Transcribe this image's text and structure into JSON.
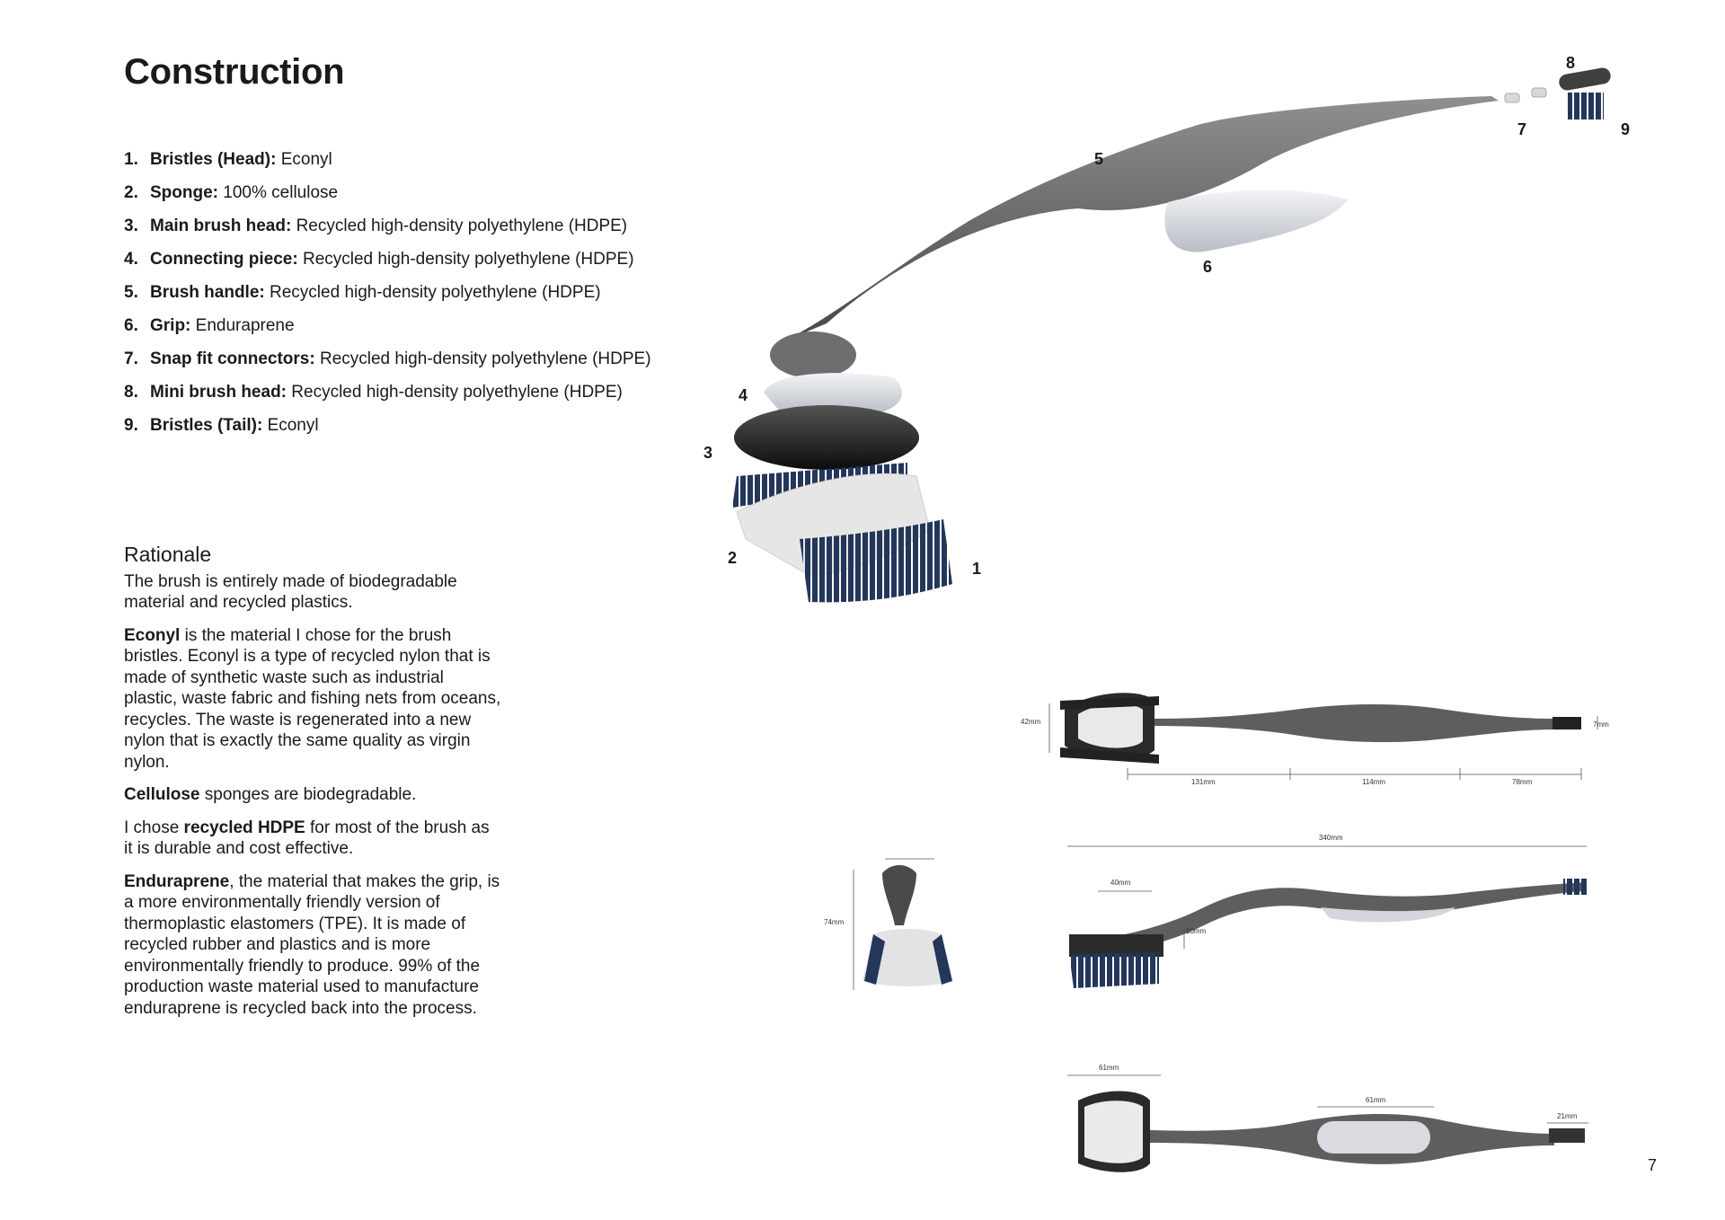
{
  "heading": "Construction",
  "parts": [
    {
      "num": "1.",
      "name": "Bristles (Head):",
      "material": "Econyl"
    },
    {
      "num": "2.",
      "name": "Sponge:",
      "material": "100% cellulose"
    },
    {
      "num": "3.",
      "name": "Main brush head:",
      "material": "Recycled high-density polyethylene (HDPE)"
    },
    {
      "num": "4.",
      "name": "Connecting piece:",
      "material": "Recycled high-density polyethylene (HDPE)"
    },
    {
      "num": "5.",
      "name": "Brush handle:",
      "material": "Recycled high-density polyethylene (HDPE)"
    },
    {
      "num": "6.",
      "name": "Grip:",
      "material": "Enduraprene"
    },
    {
      "num": "7.",
      "name": "Snap fit connectors:",
      "material": "Recycled high-density polyethylene (HDPE)"
    },
    {
      "num": "8.",
      "name": "Mini brush head:",
      "material": "Recycled high-density polyethylene (HDPE)"
    },
    {
      "num": "9.",
      "name": "Bristles (Tail):",
      "material": "Econyl"
    }
  ],
  "rationale": {
    "heading": "Rationale",
    "p1": "The brush is entirely made of biodegradable material and recycled plastics.",
    "p2_bold": "Econyl",
    "p2": " is the material I chose for the brush bristles. Econyl is a type of recycled nylon that is made of synthetic waste such as industrial plastic, waste fabric and fishing nets from oceans, recycles. The waste is regenerated into a new nylon that is exactly the same quality as virgin nylon.",
    "p3_bold": "Cellulose",
    "p3": " sponges are biodegradable.",
    "p4_pre": "I chose ",
    "p4_bold": "recycled HDPE",
    "p4": " for most of the brush as it is durable and cost effective.",
    "p5_bold": "Enduraprene",
    "p5": ", the material that makes the grip, is a more environmentally friendly version of thermoplastic elastomers (TPE). It is made of recycled rubber and plastics and is more environmentally friendly to produce. 99% of the production waste material used to manufacture enduraprene is recycled back into the process."
  },
  "callouts": [
    "1",
    "2",
    "3",
    "4",
    "5",
    "6",
    "7",
    "8",
    "9"
  ],
  "dimensions": {
    "top_height": "42mm",
    "top_tail": "7mm",
    "top_seg1": "131mm",
    "top_seg2": "114mm",
    "top_seg3": "78mm",
    "front_height": "74mm",
    "side_length": "340mm",
    "side_head": "40mm",
    "side_offset": "10mm",
    "bottom_head": "61mm",
    "bottom_grip": "61mm",
    "bottom_tail": "21mm"
  },
  "page_number": "7"
}
